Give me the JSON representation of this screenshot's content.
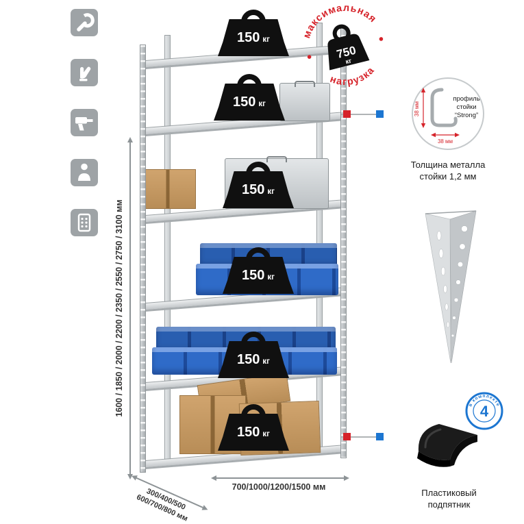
{
  "stamp": {
    "top_text": "максимальная",
    "bottom_text": "нагрузка",
    "value": "750",
    "unit": "кг"
  },
  "shelf_weight": {
    "value": "150",
    "unit": "кг"
  },
  "dimensions": {
    "height": "1600 / 1850 / 2000 / 2200 / 2350 / 2550 / 2750 / 3100 мм",
    "width": "700/1000/1200/1500 мм",
    "depth_line1": "300/400/500",
    "depth_line2": "600/700/800 мм"
  },
  "profile_callout": {
    "line1": "профиль",
    "line2": "стойки",
    "line3": "“Strong”",
    "dim_vertical": "38 мм",
    "dim_horizontal": "38 мм",
    "caption_line1": "Толщина металла",
    "caption_line2": "стойки 1,2 мм"
  },
  "foot_callout": {
    "badge_value": "4",
    "badge_text": "в комплекте",
    "caption_line1": "Пластиковый",
    "caption_line2": "подпятник"
  },
  "icons": [
    "wrench-icon",
    "glove-icon",
    "drill-icon",
    "person-icon",
    "profile-plate-icon"
  ],
  "colors": {
    "accent_red": "#d6232a",
    "accent_blue": "#1c76d1",
    "bin_blue": "#2f6bc8",
    "metal_gray": "#c9cdd0",
    "weight_black": "#101010",
    "icon_gray": "#9ea3a6"
  }
}
